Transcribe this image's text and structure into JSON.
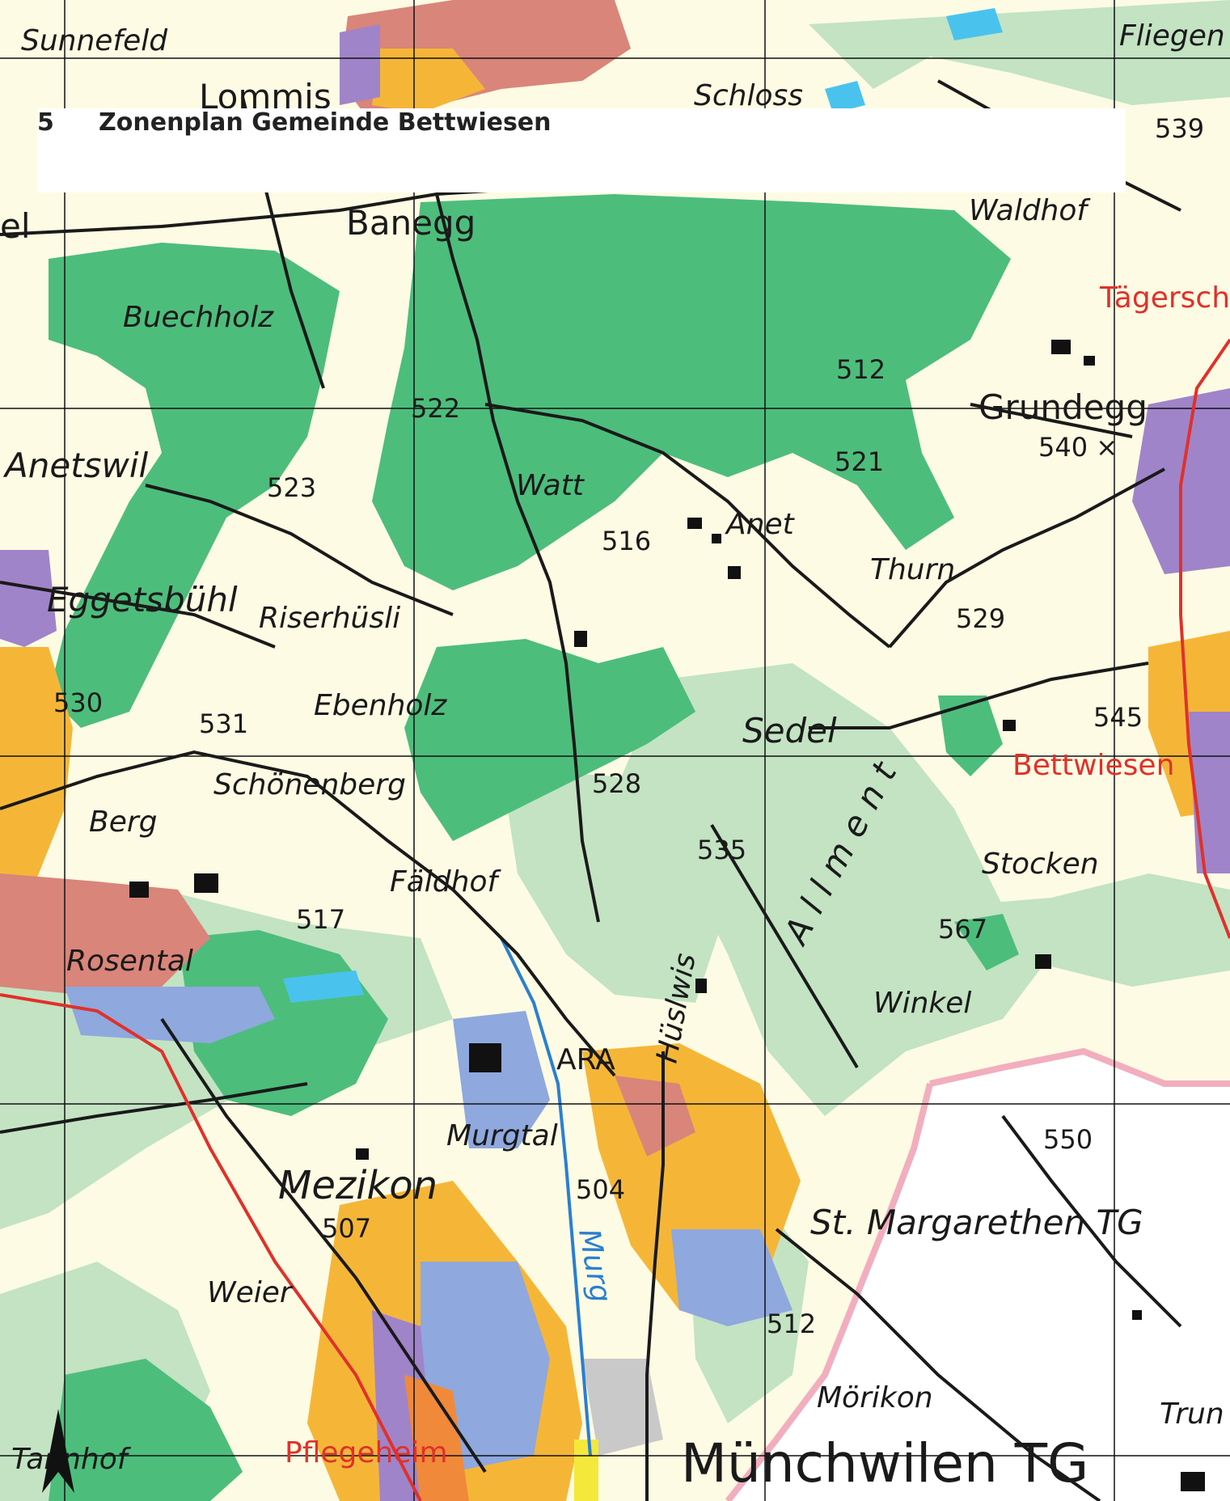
{
  "header": {
    "number": "5",
    "title": "Zonenplan Gemeinde Bettwiesen"
  },
  "labels": {
    "sunnefeld": "Sunnefeld",
    "lommis": "Lommis",
    "schloss": "Schloss",
    "fliegen": "Fliegen",
    "banegg": "Banegg",
    "waldhof": "Waldhof",
    "tagersch": "Tägersch",
    "buechholz": "Buechholz",
    "grundegg": "Grundegg",
    "anetswil": "Anetswil",
    "watt": "Watt",
    "anet": "Anet",
    "thurn": "Thurn",
    "eggetsbuhl": "Eggetsbühl",
    "riserhusli": "Riserhüsli",
    "ebenholz": "Ebenholz",
    "sedel": "Sedel",
    "bettwiesen": "Bettwiesen",
    "schonenberg": "Schönenberg",
    "berg": "Berg",
    "faldhof": "Fäldhof",
    "stocken": "Stocken",
    "allment": "Allment",
    "rosental": "Rosental",
    "winkel": "Winkel",
    "huslwis": "Hüslwis",
    "ara": "ARA",
    "murgtal": "Murgtal",
    "mezikon": "Mezikon",
    "stmargarethen": "St. Margarethen TG",
    "weier": "Weier",
    "murg": "Murg",
    "morikon": "Mörikon",
    "trun": "Trun",
    "pflegeheim": "Pflegeheim",
    "tannhof": "Tannhof",
    "munchwilen": "Münchwilen TG",
    "el": "el"
  },
  "elevations": {
    "e539": "539",
    "e522": "522",
    "e512": "512",
    "e540": "540 ×",
    "e523": "523",
    "e521": "521",
    "e516": "516",
    "e529": "529",
    "e530": "530",
    "e531": "531",
    "e545": "545",
    "e528": "528",
    "e535": "535",
    "e517": "517",
    "e567": "567",
    "e550": "550",
    "e504": "504",
    "e507": "507",
    "e512b": "512"
  },
  "colors": {
    "background": "#fdfbe3",
    "forest": "#4dbd7c",
    "meadow": "#c3e3c3",
    "residential": "#f5b638",
    "commercial": "#8fa8de",
    "industry": "#a084c9",
    "core": "#d9857a",
    "water": "#49c3ee",
    "label_red": "#e0312a"
  }
}
